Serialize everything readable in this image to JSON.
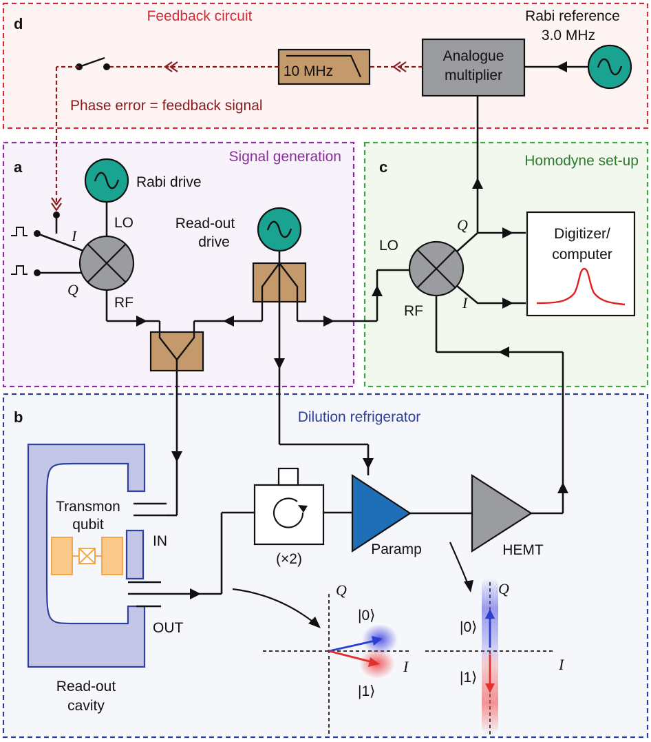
{
  "panels": {
    "d": {
      "letter": "d",
      "title": "Feedback circuit",
      "color": "#d42a35"
    },
    "a": {
      "letter": "a",
      "title": "Signal generation",
      "color": "#8b2e9b"
    },
    "c": {
      "letter": "c",
      "title": "Homodyne set-up",
      "color": "#2d7a2f"
    },
    "b": {
      "letter": "b",
      "title": "Dilution refrigerator",
      "color": "#2a3f9a"
    }
  },
  "feedback": {
    "rabi_reference_line1": "Rabi reference",
    "rabi_reference_line2": "3.0 MHz",
    "multiplier_line1": "Analogue",
    "multiplier_line2": "multiplier",
    "filter_label": "10 MHz",
    "phase_error_label": "Phase error = feedback signal",
    "wire_color": "#8b1a1a"
  },
  "signal_generation": {
    "rabi_drive": "Rabi drive",
    "lo": "LO",
    "rf": "RF",
    "i": "I",
    "q": "Q",
    "readout_drive_line1": "Read-out",
    "readout_drive_line2": "drive"
  },
  "homodyne": {
    "lo": "LO",
    "rf": "RF",
    "q": "Q",
    "i": "I",
    "digitizer_line1": "Digitizer/",
    "digitizer_line2": "computer"
  },
  "fridge": {
    "transmon_line1": "Transmon",
    "transmon_line2": "qubit",
    "in_label": "IN",
    "out_label": "OUT",
    "cavity_line1": "Read-out",
    "cavity_line2": "cavity",
    "circulator_count": "(×2)",
    "paramp": "Paramp",
    "hemt": "HEMT"
  },
  "iq_plots": {
    "left": {
      "q": "Q",
      "i": "I",
      "state0": "|0⟩",
      "state1": "|1⟩"
    },
    "right": {
      "q": "Q",
      "i": "I",
      "state0": "|0⟩",
      "state1": "|1⟩"
    }
  },
  "colors": {
    "oscillator": "#1aa391",
    "box_brown": "#c49a6c",
    "multiplier_gray": "#9a9c9f",
    "paramp_blue": "#1f6fb8",
    "hemt_gray": "#9a9c9f",
    "cavity_fill": "#c3c6e6",
    "cavity_edge": "#2d3f9f",
    "qubit_orange": "#f5a64a",
    "state0_blue": "#2a3fd0",
    "state1_red": "#e03030",
    "digitizer_trace": "#e02020"
  }
}
